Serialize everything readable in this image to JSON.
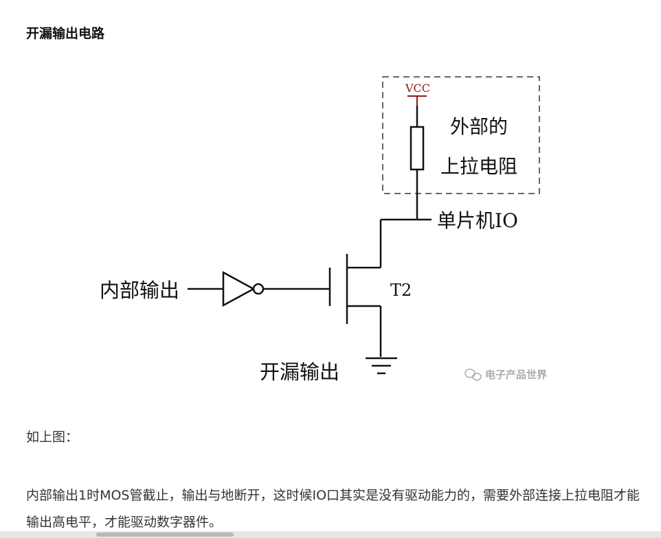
{
  "heading": "开漏输出电路",
  "figure": {
    "vcc_label": "VCC",
    "external_box_line1": "外部的",
    "external_box_line2": "上拉电阻",
    "mcu_io_label": "单片机IO",
    "internal_output_label": "内部输出",
    "transistor_label": "T2",
    "open_drain_label": "开漏输出",
    "watermark": "电子产品世界",
    "colors": {
      "vcc": "#8b1a1a",
      "lines": "#111111",
      "watermark": "#aaaaaa"
    }
  },
  "paragraphs": [
    "如上图：",
    "内部输出1时MOS管截止，输出与地断开，这时候IO口其实是没有驱动能力的，需要外部连接上拉电阻才能输出高电平，才能驱动数字器件。"
  ]
}
